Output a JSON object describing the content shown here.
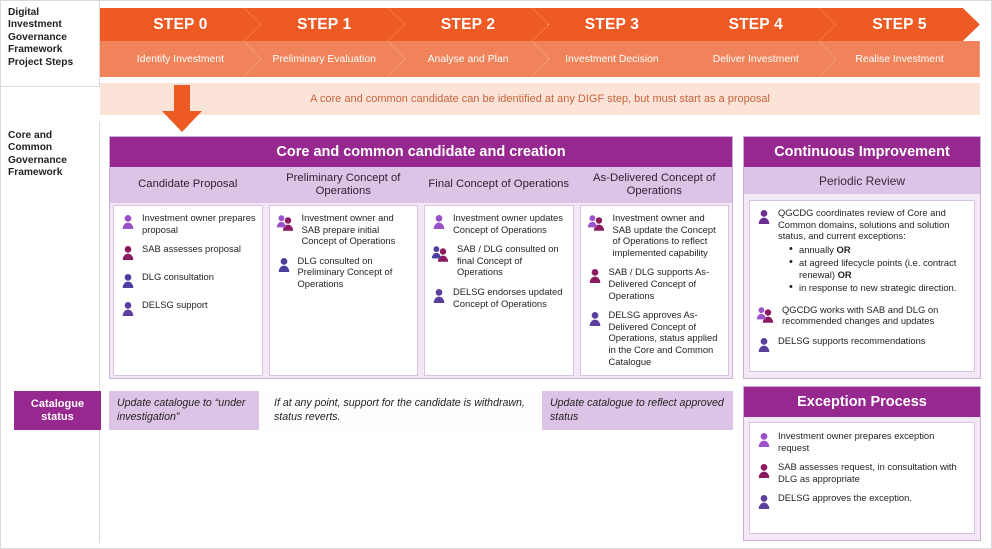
{
  "header": {
    "digf_label": "Digital\nInvestment\nGovernance\nFramework\nProject Steps",
    "ccgf_label": "Core and\nCommon\nGovernance\nFramework",
    "note": "A core and common candidate can be identified at any DIGF step, but must start as a proposal",
    "steps": [
      {
        "title": "STEP 0",
        "sub": "Identify Investment"
      },
      {
        "title": "STEP 1",
        "sub": "Preliminary Evaluation"
      },
      {
        "title": "STEP 2",
        "sub": "Analyse and Plan"
      },
      {
        "title": "STEP 3",
        "sub": "Investment Decision"
      },
      {
        "title": "STEP 4",
        "sub": "Deliver Investment"
      },
      {
        "title": "STEP 5",
        "sub": "Realise Investment"
      }
    ]
  },
  "main_panel": {
    "title": "Core and common candidate and creation",
    "columns": [
      {
        "title": "Candidate Proposal",
        "items": [
          {
            "icon": "person-icon",
            "role": "investment-owner",
            "text": "Investment owner prepares proposal"
          },
          {
            "icon": "person-icon",
            "role": "sab",
            "text": "SAB assesses proposal"
          },
          {
            "icon": "person-icon",
            "role": "dlg",
            "text": "DLG consultation"
          },
          {
            "icon": "person-icon",
            "role": "delsg",
            "text": "DELSG support"
          }
        ]
      },
      {
        "title": "Preliminary Concept of Operations",
        "items": [
          {
            "icon": "two-people-icon",
            "role": "investment-owner-sab",
            "text": "Investment owner and SAB prepare initial Concept of Operations"
          },
          {
            "icon": "person-icon",
            "role": "dlg",
            "text": "DLG consulted on Preliminary Concept of Operations"
          }
        ]
      },
      {
        "title": "Final Concept of Operations",
        "items": [
          {
            "icon": "person-icon",
            "role": "investment-owner",
            "text": "Investment owner updates Concept of Operations"
          },
          {
            "icon": "two-people-icon",
            "role": "sab-dlg",
            "text": "SAB / DLG consulted on final Concept of Operations"
          },
          {
            "icon": "person-icon",
            "role": "delsg",
            "text": "DELSG endorses updated Concept of Operations"
          }
        ]
      },
      {
        "title": "As-Delivered Concept of Operations",
        "items": [
          {
            "icon": "two-people-icon",
            "role": "investment-owner-sab",
            "text": "Investment owner and SAB update the Concept of Operations to reflect implemented capability"
          },
          {
            "icon": "person-icon",
            "role": "sab",
            "text": "SAB / DLG supports As-Delivered Concept of Operations"
          },
          {
            "icon": "person-icon",
            "role": "delsg",
            "text": "DELSG approves As-Delivered Concept of Operations, status applied in the Core and Common Catalogue"
          }
        ]
      }
    ]
  },
  "continuous_improvement": {
    "title": "Continuous Improvement",
    "subtitle": "Periodic Review",
    "items": [
      {
        "icon": "person-icon",
        "role": "qgcdg",
        "text": "QGCDG coordinates review of Core and Common domains, solutions and solution status, and current exceptions:",
        "sub_items": [
          "annually OR",
          "at agreed lifecycle points (i.e. contract renewal)  OR",
          "in response to new strategic direction."
        ]
      },
      {
        "icon": "two-people-icon",
        "role": "qgcdg-sab-dlg",
        "text": "QGCDG works with SAB and DLG on recommended changes and updates"
      },
      {
        "icon": "person-icon",
        "role": "delsg",
        "text": "DELSG supports recommendations"
      }
    ]
  },
  "exception_process": {
    "title": "Exception Process",
    "items": [
      {
        "icon": "person-icon",
        "role": "investment-owner",
        "text": "Investment owner prepares exception request"
      },
      {
        "icon": "person-icon",
        "role": "sab",
        "text": "SAB assesses request, in consultation with DLG as appropriate"
      },
      {
        "icon": "person-icon",
        "role": "delsg",
        "text": "DELSG approves the exception."
      }
    ]
  },
  "catalogue_status": {
    "label": "Catalogue status",
    "boxes": [
      "Update catalogue to “under investigation”",
      "If at any point, support for the candidate is withdrawn, status reverts.",
      "Update catalogue to reflect approved status"
    ]
  },
  "colors": {
    "step_title_orange": "#ee5a24",
    "step_sub_orange": "#f08359",
    "note_band": "#fbe3d8",
    "note_text": "#c8643c",
    "purple_header": "#97288f",
    "purple_subhead": "#ddc4e6",
    "panel_bg": "#f3e8f6",
    "icon_investment_owner": "#9b51c9",
    "icon_sab": "#8b1a5e",
    "icon_dlg": "#4a3f9e",
    "icon_delsg": "#5b3f9e",
    "icon_qgcdg": "#6b2f8f"
  }
}
